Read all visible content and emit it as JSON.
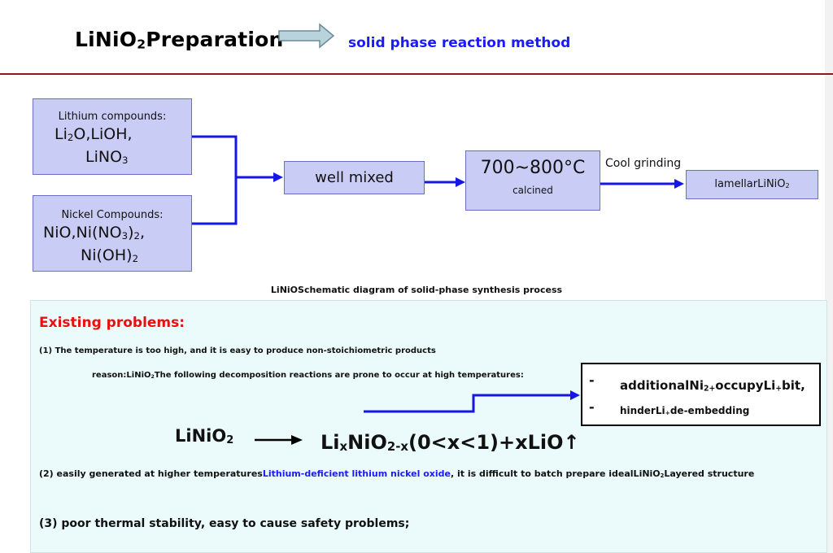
{
  "header": {
    "title_main": "LiNiO",
    "title_sub": "2",
    "title_tail": "Preparation",
    "method": "solid phase reaction method"
  },
  "flow": {
    "lithium_label": "Lithium compounds:",
    "lithium_line1_a": "Li",
    "lithium_line1_sub": "2",
    "lithium_line1_b": "O,LiOH,",
    "lithium_line2_a": "LiNO",
    "lithium_line2_sub": "3",
    "nickel_label": "Nickel Compounds:",
    "nickel_line1_a": "NiO,Ni(NO",
    "nickel_line1_sub": "3",
    "nickel_line1_b": ")",
    "nickel_line1_sub2": "2",
    "nickel_line1_c": ",",
    "nickel_line2_a": "Ni(OH)",
    "nickel_line2_sub": "2",
    "mix": "well mixed",
    "temp": "700~800°C",
    "calcined": "calcined",
    "cool": "Cool grinding",
    "product_a": "lamellarLiNiO",
    "product_sub": "2"
  },
  "caption": "LiNiOSchematic diagram of solid-phase synthesis process",
  "problems": {
    "heading": "Existing problems:",
    "p1": "(1) The temperature is too high, and it is easy to produce non-stoichiometric products",
    "reason_a": "reason:LiNiO",
    "reason_sub": "2",
    "reason_b": "The following decomposition reactions are prone to occur at high temperatures:",
    "bullet": "-",
    "r1_a": "additionalNi",
    "r1_sup": "2+",
    "r1_b": "occupyLi",
    "r1_sup2": "+",
    "r1_c": "bit,",
    "r2_a": "hinderLi",
    "r2_sup": "+",
    "r2_b": "de-embedding",
    "eq_left_a": "LiNiO",
    "eq_left_sub": "2",
    "eq_right_a": "Li",
    "eq_right_sub": "x",
    "eq_right_b": "NiO",
    "eq_right_sub2": "2-x",
    "eq_right_c": "(0<x<1)+xLiO↑",
    "p2_a": "(2) easily generated at higher temperatures",
    "p2_blue": "Lithium-deficient lithium nickel oxide",
    "p2_b": ", it is difficult to batch prepare idealLiNiO",
    "p2_sub": "2",
    "p2_c": "Layered structure",
    "p3": "(3) poor thermal stability, easy to cause safety problems;"
  },
  "colors": {
    "accent_blue": "#1a1aff",
    "box_fill": "#c9ccf4",
    "rule": "#8b1a1a",
    "heading_red": "#e81010"
  }
}
